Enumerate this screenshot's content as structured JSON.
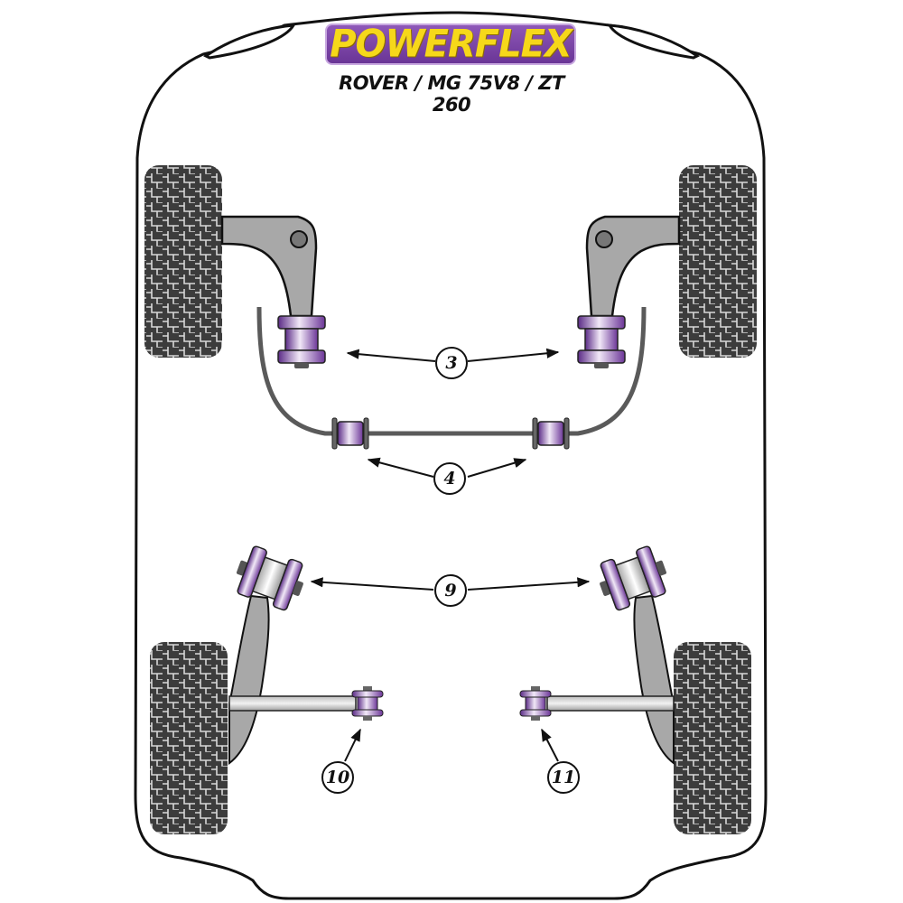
{
  "header": {
    "brand": "POWERFLEX",
    "vehicle": "ROVER / MG 75V8 / ZT 260"
  },
  "colors": {
    "brand_purple": "#7b43a6",
    "brand_yellow": "#f6d81a",
    "bush_purple": "#7a44a8",
    "arm_gray": "#a8a8a8",
    "tyre_dark": "#3c3c3c",
    "outline": "#111111"
  },
  "diagram": {
    "view": "top-down car chassis outline",
    "wheels": [
      "front-left",
      "front-right",
      "rear-left",
      "rear-right"
    ],
    "callouts": [
      {
        "number": "3",
        "target": "front upper arm bushes (left & right)"
      },
      {
        "number": "4",
        "target": "anti-roll bar bushes (left & right)"
      },
      {
        "number": "9",
        "target": "rear upper arm bushes (left & right)"
      },
      {
        "number": "10",
        "target": "rear lateral link inner bush (left)"
      },
      {
        "number": "11",
        "target": "rear lateral link inner bush (right)"
      }
    ]
  }
}
